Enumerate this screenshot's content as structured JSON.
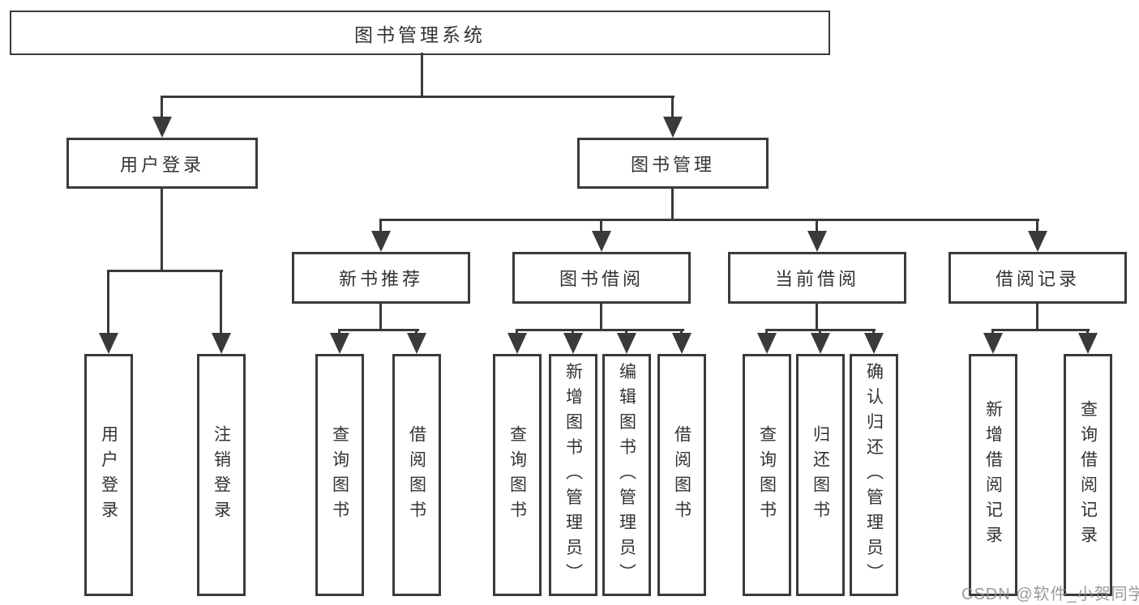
{
  "diagram": {
    "root_label": "图书管理系统",
    "level2": [
      {
        "label": "用户登录",
        "parent": "图书管理系统"
      },
      {
        "label": "图书管理",
        "parent": "图书管理系统"
      }
    ],
    "level3": [
      {
        "label": "新书推荐",
        "parent": "图书管理"
      },
      {
        "label": "图书借阅",
        "parent": "图书管理"
      },
      {
        "label": "当前借阅",
        "parent": "图书管理"
      },
      {
        "label": "借阅记录",
        "parent": "图书管理"
      }
    ],
    "leaves": [
      {
        "label": "用户登录",
        "parent": "用户登录"
      },
      {
        "label": "注销登录",
        "parent": "用户登录"
      },
      {
        "label": "查询图书",
        "parent": "新书推荐"
      },
      {
        "label": "借阅图书",
        "parent": "新书推荐"
      },
      {
        "label": "查询图书",
        "parent": "图书借阅"
      },
      {
        "label": "新增图书（管理员）",
        "parent": "图书借阅"
      },
      {
        "label": "编辑图书（管理员）",
        "parent": "图书借阅"
      },
      {
        "label": "借阅图书",
        "parent": "图书借阅"
      },
      {
        "label": "查询图书",
        "parent": "当前借阅"
      },
      {
        "label": "归还图书",
        "parent": "当前借阅"
      },
      {
        "label": "确认归还（管理员）",
        "parent": "当前借阅"
      },
      {
        "label": "新增借阅记录",
        "parent": "借阅记录"
      },
      {
        "label": "查询借阅记录",
        "parent": "借阅记录"
      }
    ]
  },
  "watermark": {
    "text": "CSDN @软件_小贺同学"
  },
  "colors": {
    "line": "#3a3a3a",
    "text": "#333333",
    "watermark": "#8c8c8c",
    "background": "#ffffff"
  }
}
